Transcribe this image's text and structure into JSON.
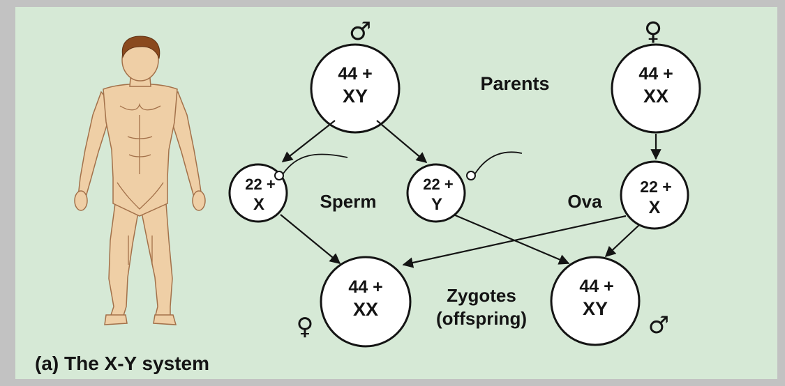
{
  "colors": {
    "panel_bg": "#d6e9d6",
    "frame_gray": "#c2c2c2",
    "ink": "#141414",
    "skin": "#efcfa6",
    "skin_line": "#a3714a",
    "hair": "#8a4a1e"
  },
  "icons": {
    "male": "male-symbol-icon",
    "female": "female-symbol-icon",
    "human": "human-figure-illustration"
  },
  "symbols": {
    "male": "♂",
    "female": "♀"
  },
  "parents": {
    "label": "Parents",
    "male": {
      "line1": "44 +",
      "line2": "XY"
    },
    "female": {
      "line1": "44 +",
      "line2": "XX"
    }
  },
  "gametes": {
    "sperm_label": "Sperm",
    "ova_label": "Ova",
    "sperm_x": {
      "line1": "22 +",
      "line2": "X"
    },
    "sperm_y": {
      "line1": "22 +",
      "line2": "Y"
    },
    "ovum": {
      "line1": "22 +",
      "line2": "X"
    }
  },
  "zygotes": {
    "label_line1": "Zygotes",
    "label_line2": "(offspring)",
    "female": {
      "line1": "44 +",
      "line2": "XX"
    },
    "male": {
      "line1": "44 +",
      "line2": "XY"
    }
  },
  "caption": "(a) The X-Y system"
}
